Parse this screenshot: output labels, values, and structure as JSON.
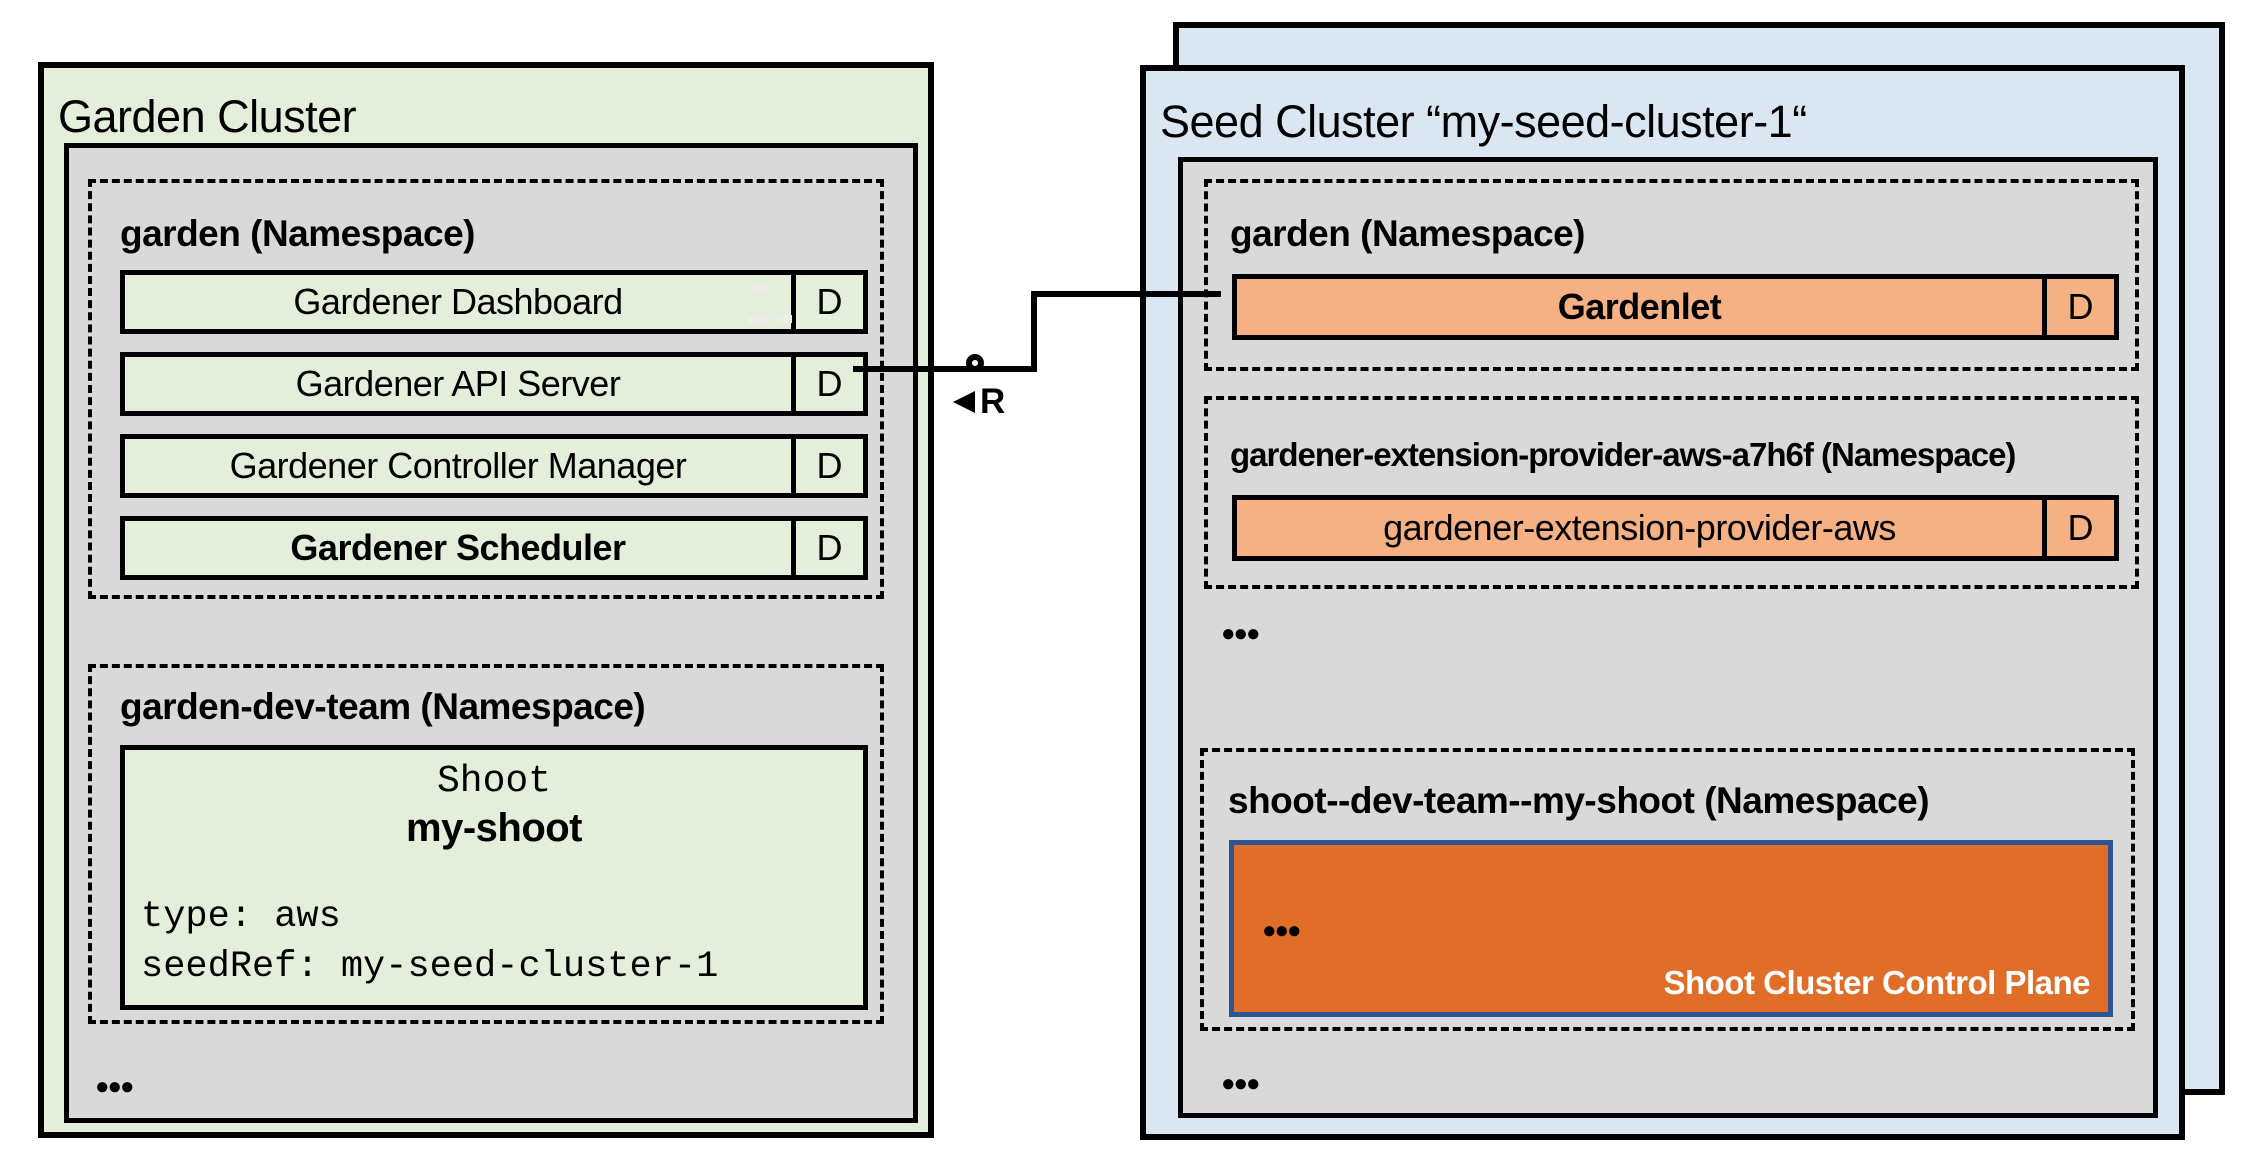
{
  "colors": {
    "garden_cluster_bg": "#e3efda",
    "seed_cluster_bg": "#dbe6f3",
    "inner_panel_gray": "#d9d9d9",
    "workload_green": "#e3efda",
    "workload_orange": "#f5b183",
    "control_plane_fill": "#e06e28",
    "control_plane_border": "#2e5492",
    "line_black": "#000000"
  },
  "garden_cluster": {
    "title": "Garden Cluster",
    "garden_namespace": {
      "label": "garden (Namespace)",
      "workloads": [
        {
          "name": "Gardener Dashboard",
          "badge": "D"
        },
        {
          "name": "Gardener API Server",
          "badge": "D"
        },
        {
          "name": "Gardener Controller Manager",
          "badge": "D"
        },
        {
          "name": "Gardener Scheduler",
          "badge": "D"
        }
      ]
    },
    "dev_team_namespace": {
      "label": "garden-dev-team (Namespace)",
      "shoot": {
        "kind": "Shoot",
        "name": "my-shoot",
        "spec": [
          "type: aws",
          "seedRef: my-seed-cluster-1"
        ]
      }
    },
    "more_indicator": "●●●"
  },
  "seed_cluster": {
    "title": "Seed Cluster “my-seed-cluster-1“",
    "garden_namespace": {
      "label": "garden (Namespace)",
      "workload": {
        "name": "Gardenlet",
        "badge": "D"
      }
    },
    "extension_namespace": {
      "label": "gardener-extension-provider-aws-a7h6f (Namespace)",
      "workload": {
        "name": "gardener-extension-provider-aws",
        "badge": "D"
      }
    },
    "more_indicator_top": "●●●",
    "shoot_namespace": {
      "label": "shoot--dev-team--my-shoot (Namespace)",
      "control_plane": {
        "label": "Shoot Cluster Control Plane",
        "more_indicator": "●●●"
      }
    },
    "more_indicator_bottom": "●●●"
  },
  "connector": {
    "label": "R"
  }
}
